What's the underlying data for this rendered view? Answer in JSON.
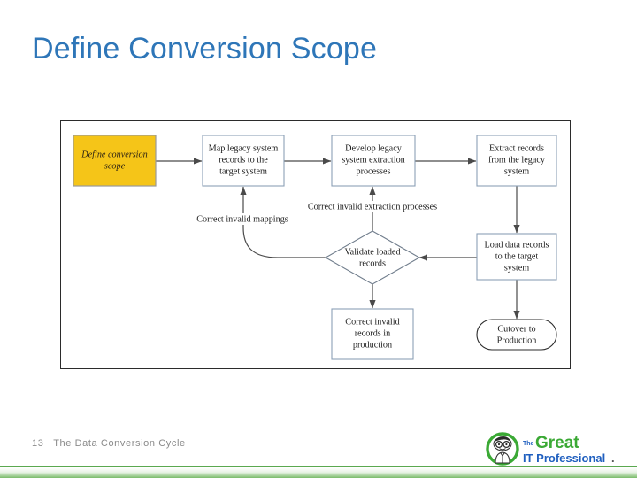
{
  "slide": {
    "title": "Define Conversion Scope",
    "title_color": "#2e76b8"
  },
  "diagram": {
    "frame_border_color": "#2b2b2b",
    "accent_color": "#f5c518",
    "nodes": {
      "start": {
        "shape": "rect-filled",
        "lines": [
          "Define conversion",
          "scope"
        ]
      },
      "map": {
        "shape": "rect",
        "lines": [
          "Map legacy system",
          "records to the",
          "target system"
        ]
      },
      "develop": {
        "shape": "rect",
        "lines": [
          "Develop legacy",
          "system extraction",
          "processes"
        ]
      },
      "extract": {
        "shape": "rect",
        "lines": [
          "Extract records",
          "from the legacy",
          "system"
        ]
      },
      "load": {
        "shape": "rect",
        "lines": [
          "Load data records",
          "to the target",
          "system"
        ]
      },
      "validate": {
        "shape": "diamond",
        "lines": [
          "Validate loaded",
          "records"
        ]
      },
      "correct_prod": {
        "shape": "rect",
        "lines": [
          "Correct invalid",
          "records in",
          "production"
        ]
      },
      "cutover": {
        "shape": "rounded",
        "lines": [
          "Cutover to",
          "Production"
        ]
      }
    },
    "edge_labels": {
      "mappings": "Correct invalid mappings",
      "extraction": "Correct invalid extraction processes"
    }
  },
  "footer": {
    "page_number": "13",
    "section_label": "The Data Conversion Cycle",
    "text": "13   The Data Conversion Cycle"
  },
  "logo": {
    "the": "The",
    "great": "Great",
    "it_professional": "IT Professional",
    "period": ".",
    "green": "#3ba935",
    "blue": "#1f5fbf"
  }
}
